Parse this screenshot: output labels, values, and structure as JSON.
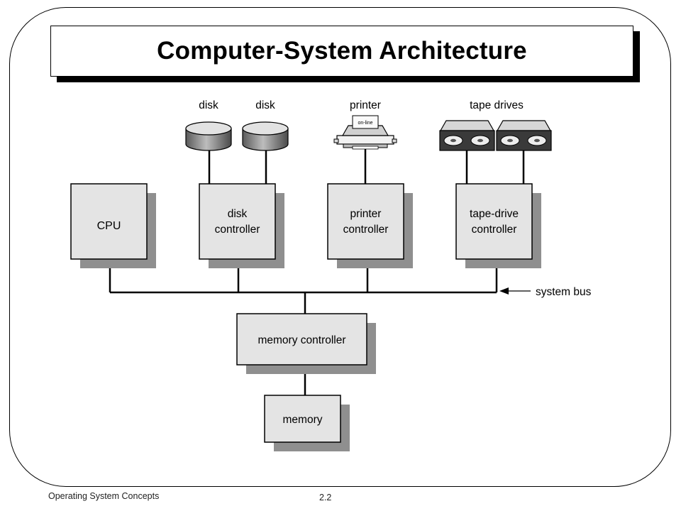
{
  "slide": {
    "title": "Computer-System Architecture",
    "footer_left": "Operating System Concepts",
    "footer_right": "2.2"
  },
  "devices": {
    "disk_1": "disk",
    "disk_2": "disk",
    "printer": "printer",
    "printer_panel": "on-line",
    "tape_drives": "tape drives"
  },
  "controllers": {
    "cpu": "CPU",
    "disk": [
      "disk",
      "controller"
    ],
    "printer": [
      "printer",
      "controller"
    ],
    "tape": [
      "tape-drive",
      "controller"
    ],
    "memory_controller": "memory controller",
    "memory": "memory"
  },
  "bus": {
    "label": "system bus"
  },
  "colors": {
    "box_fill": "#e4e4e4",
    "box_shadow": "#8f8f8f",
    "line": "#000000"
  }
}
